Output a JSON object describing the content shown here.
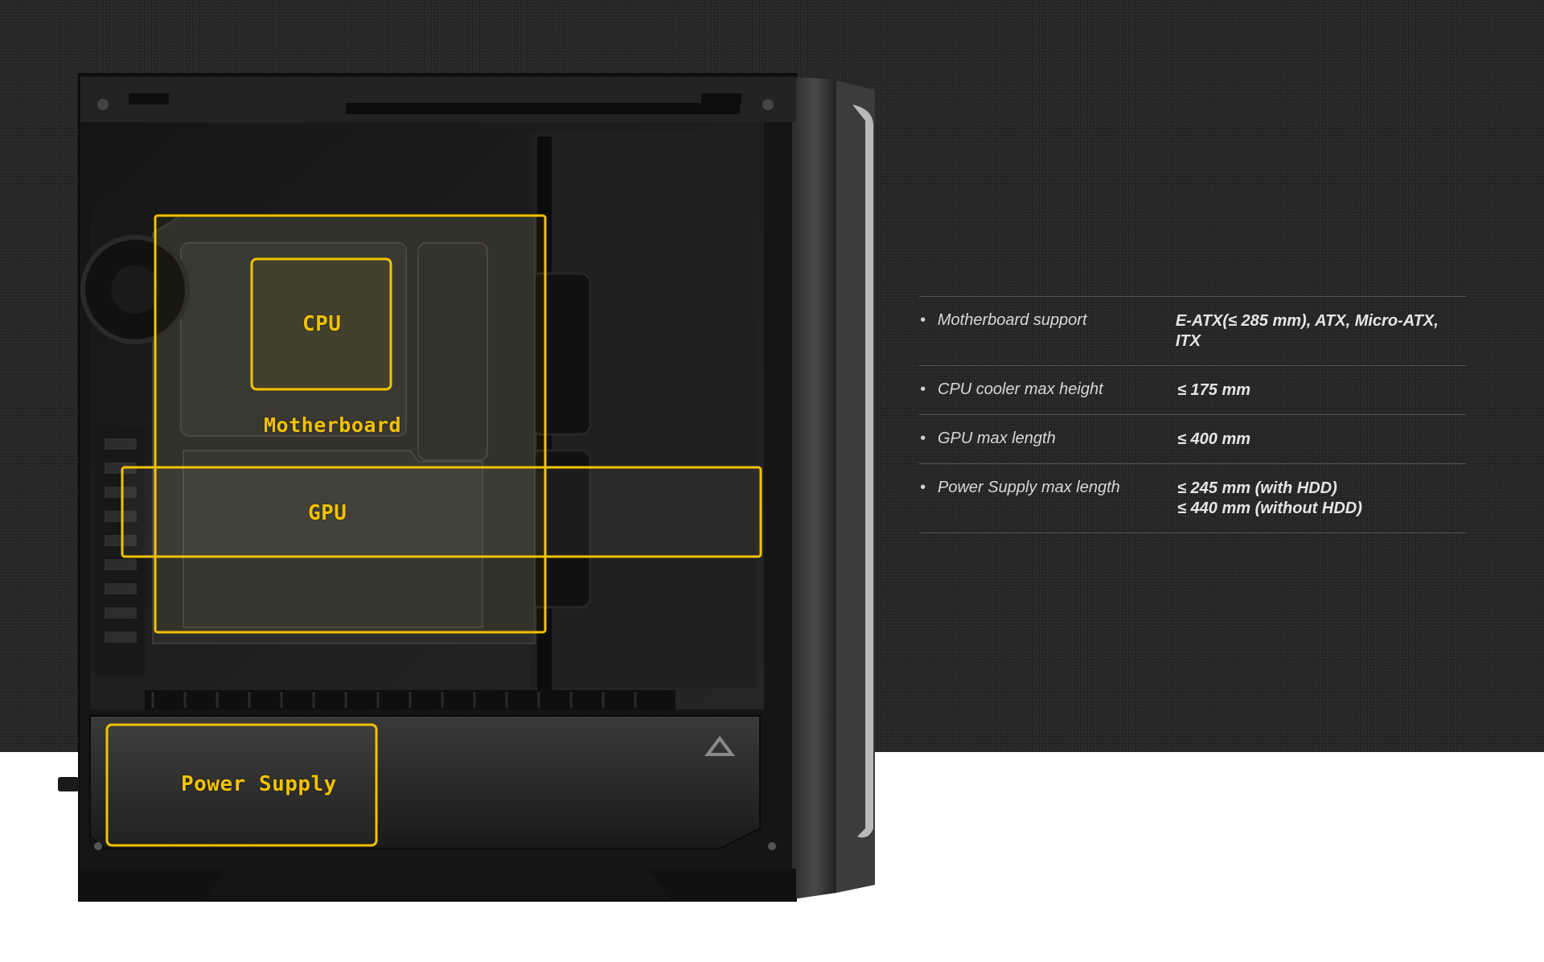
{
  "labels": {
    "cpu": "CPU",
    "motherboard": "Motherboard",
    "gpu": "GPU",
    "power_supply": "Power Supply"
  },
  "specs": [
    {
      "name": "Motherboard support",
      "value": [
        "E-ATX(≤ 285 mm), ATX, Micro-ATX, ITX"
      ]
    },
    {
      "name": "CPU cooler max height",
      "value": [
        "≤ 175 mm"
      ]
    },
    {
      "name": "GPU max length",
      "value": [
        "≤ 400 mm"
      ]
    },
    {
      "name": "Power Supply max length",
      "value": [
        "≤ 245 mm (with HDD)",
        "≤ 440 mm (without HDD)"
      ]
    }
  ],
  "colors": {
    "highlight": "#f2c200",
    "background_dark": "#2a2a2a",
    "case_body": "#1c1c1c"
  },
  "icons": {
    "bullet": "bullet-dot",
    "logo": "brand-triangle-logo"
  }
}
